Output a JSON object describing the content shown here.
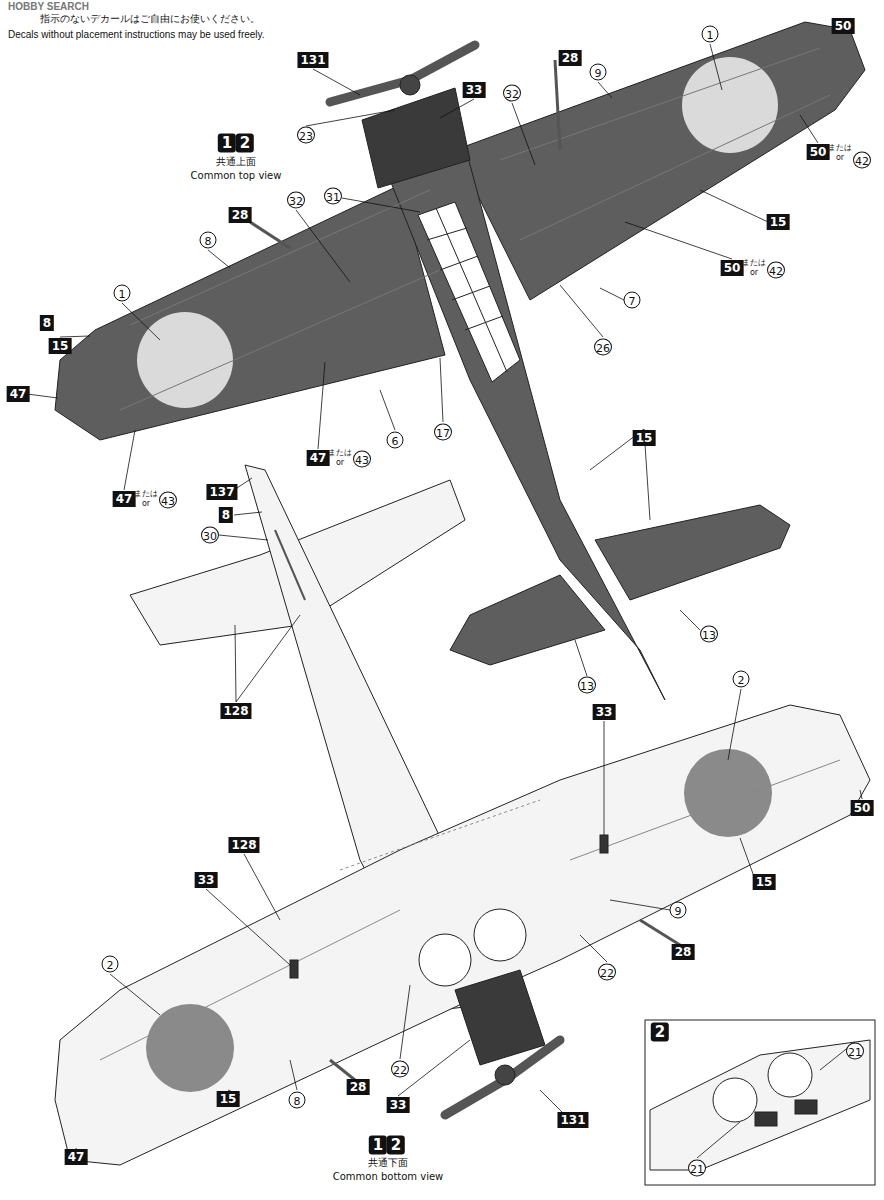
{
  "diagram": {
    "labels": [
      "HOBBY SEARCH",
      "指示のないデカールはご自由にお使いください。",
      "Decals without placement instructions may be used freely.",
      "1",
      "50",
      "131",
      "28",
      "33",
      "32",
      "9",
      "1",
      "2",
      "共通上面",
      "Common top view",
      "23",
      "31",
      "32",
      "28",
      "8",
      "1",
      "8",
      "15",
      "47",
      "6",
      "17",
      "47",
      "または",
      "or",
      "43",
      "47",
      "または",
      "or",
      "43",
      "15",
      "50",
      "または",
      "or",
      "42",
      "50",
      "または",
      "or",
      "42",
      "7",
      "26",
      "15",
      "13",
      "13",
      "137",
      "8",
      "30",
      "128",
      "2",
      "33",
      "50",
      "15",
      "128",
      "33",
      "9",
      "28",
      "22",
      "2",
      "22",
      "28",
      "8",
      "15",
      "47",
      "33",
      "131",
      "1",
      "2",
      "共通下面",
      "Common bottom view",
      "2",
      "21",
      "21"
    ]
  }
}
